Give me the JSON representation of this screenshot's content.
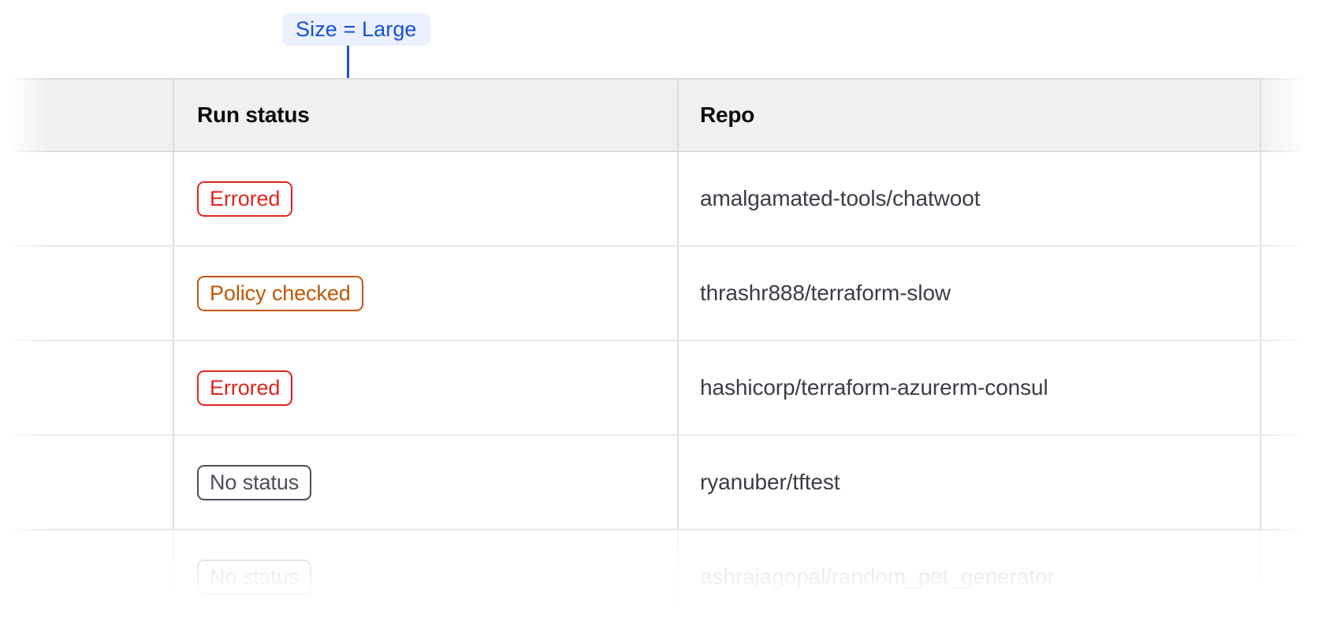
{
  "annotation": {
    "label": "Size = Large",
    "badge_bg": "#EAF0FE",
    "accent_color": "#1B4FD8"
  },
  "table": {
    "columns": [
      {
        "key": "spacer",
        "label": ""
      },
      {
        "key": "run_status",
        "label": "Run status"
      },
      {
        "key": "repo",
        "label": "Repo"
      },
      {
        "key": "tail",
        "label": ""
      }
    ],
    "header_bg": "#EFF0F2",
    "rows": [
      {
        "status": "Errored",
        "status_color": "#E0251F",
        "repo": "amalgamated-tools/chatwoot",
        "faded": false
      },
      {
        "status": "Policy checked",
        "status_color": "#C05600",
        "repo": "thrashr888/terraform-slow",
        "faded": false
      },
      {
        "status": "Errored",
        "status_color": "#E0251F",
        "repo": "hashicorp/terraform-azurerm-consul",
        "faded": false
      },
      {
        "status": "No status",
        "status_color": "#4A4E59",
        "repo": "ryanuber/tftest",
        "faded": false
      },
      {
        "status": "No status",
        "status_color": "#4A4E59",
        "repo": "ashrajagopal/random_pet_generator",
        "faded": true
      }
    ]
  }
}
